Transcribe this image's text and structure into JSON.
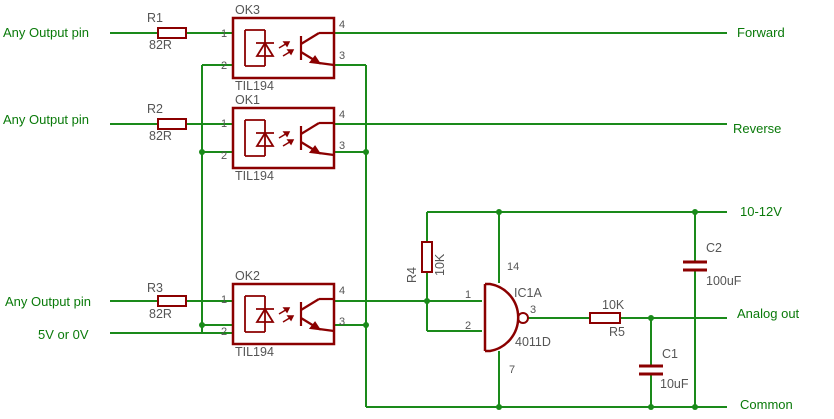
{
  "colors": {
    "wire": "#1a8a1a",
    "component": "#8b0000",
    "text_label": "#0a7a0a",
    "text_part": "#555555",
    "junction": "#1a8a1a"
  },
  "inputs": {
    "in1": "Any Output pin",
    "in2": "Any Output pin",
    "in3": "Any Output pin",
    "in4": "5V or 0V"
  },
  "outputs": {
    "forward": "Forward",
    "reverse": "Reverse",
    "supply": "10-12V",
    "analog": "Analog out",
    "common": "Common"
  },
  "resistors": {
    "r1": {
      "name": "R1",
      "value": "82R"
    },
    "r2": {
      "name": "R2",
      "value": "82R"
    },
    "r3": {
      "name": "R3",
      "value": "82R"
    },
    "r4": {
      "name": "R4",
      "value": "10K"
    },
    "r5": {
      "name": "R5",
      "value": "10K"
    }
  },
  "optocouplers": {
    "ok3": {
      "name": "OK3",
      "part": "TIL194"
    },
    "ok1": {
      "name": "OK1",
      "part": "TIL194"
    },
    "ok2": {
      "name": "OK2",
      "part": "TIL194"
    }
  },
  "opto_pins": {
    "p1": "1",
    "p2": "2",
    "p3": "3",
    "p4": "4"
  },
  "gate": {
    "name": "IC1A",
    "part": "4011D",
    "pin_in1": "1",
    "pin_in2": "2",
    "pin_out": "3",
    "pin_vdd": "14",
    "pin_vss": "7"
  },
  "capacitors": {
    "c1": {
      "name": "C1",
      "value": "10uF"
    },
    "c2": {
      "name": "C2",
      "value": "100uF"
    }
  }
}
